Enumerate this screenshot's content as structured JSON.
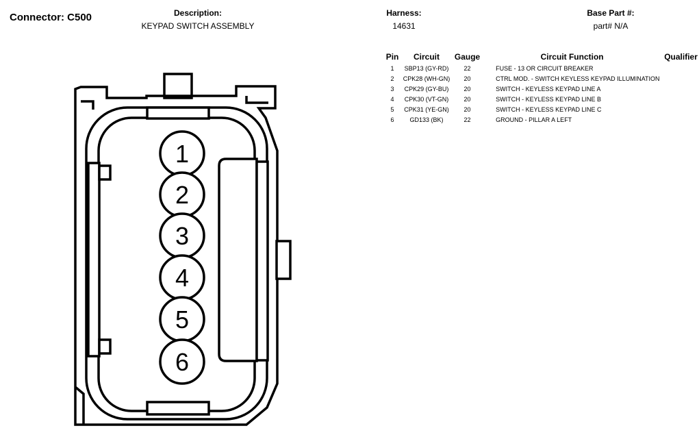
{
  "header": {
    "connector": "Connector: C500",
    "description_label": "Description:",
    "description": "KEYPAD SWITCH ASSEMBLY",
    "harness_label": "Harness:",
    "harness": "14631",
    "base_part_label": "Base Part #:",
    "base_part": "part# N/A"
  },
  "table": {
    "headers": {
      "pin": "Pin",
      "circuit": "Circuit",
      "gauge": "Gauge",
      "function": "Circuit Function",
      "qualifier": "Qualifier"
    },
    "rows": [
      {
        "pin": "1",
        "circuit": "SBP13 (GY-RD)",
        "gauge": "22",
        "function": "FUSE - 13 OR CIRCUIT BREAKER",
        "qualifier": ""
      },
      {
        "pin": "2",
        "circuit": "CPK28 (WH-GN)",
        "gauge": "20",
        "function": "CTRL MOD. - SWITCH KEYLESS KEYPAD ILLUMINATION",
        "qualifier": ""
      },
      {
        "pin": "3",
        "circuit": "CPK29 (GY-BU)",
        "gauge": "20",
        "function": "SWITCH - KEYLESS KEYPAD LINE A",
        "qualifier": ""
      },
      {
        "pin": "4",
        "circuit": "CPK30 (VT-GN)",
        "gauge": "20",
        "function": "SWITCH - KEYLESS KEYPAD LINE B",
        "qualifier": ""
      },
      {
        "pin": "5",
        "circuit": "CPK31 (YE-GN)",
        "gauge": "20",
        "function": "SWITCH - KEYLESS KEYPAD LINE C",
        "qualifier": ""
      },
      {
        "pin": "6",
        "circuit": "GD133 (BK)",
        "gauge": "22",
        "function": "GROUND - PILLAR A LEFT",
        "qualifier": ""
      }
    ]
  },
  "diagram": {
    "pins": [
      "1",
      "2",
      "3",
      "4",
      "5",
      "6"
    ]
  }
}
